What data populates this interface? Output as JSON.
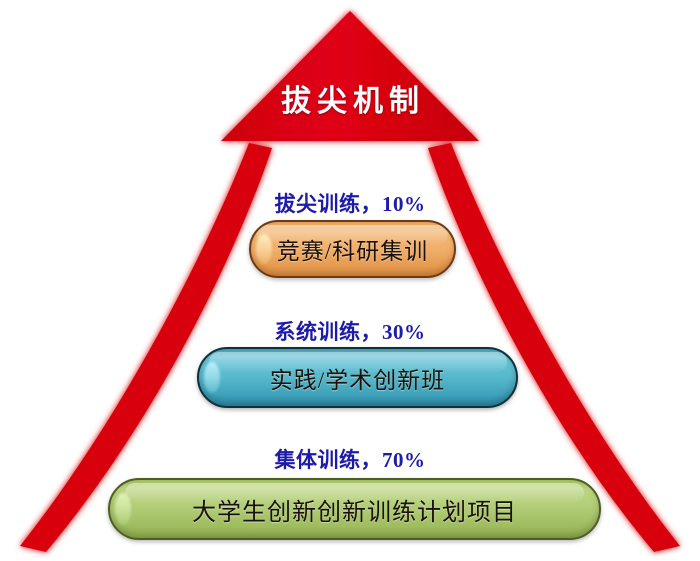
{
  "diagram": {
    "title": "拔尖机制",
    "arrow_color": "#d9000f",
    "label_color": "#1c1ca8",
    "levels": [
      {
        "label": "拔尖训练，10%",
        "percent": "10%",
        "pill_text": "竞赛/科研集训",
        "pill_color": "#f0ae6a",
        "pill_border": "#6d3a14"
      },
      {
        "label": "系统训练，30%",
        "percent": "30%",
        "pill_text": "实践/学术创新班",
        "pill_color": "#59b9cc",
        "pill_border": "#10313b"
      },
      {
        "label": "集体训练，70%",
        "percent": "70%",
        "pill_text": "大学生创新创新训练计划项目",
        "pill_color": "#b2cd77",
        "pill_border": "#4e5d23"
      }
    ]
  }
}
